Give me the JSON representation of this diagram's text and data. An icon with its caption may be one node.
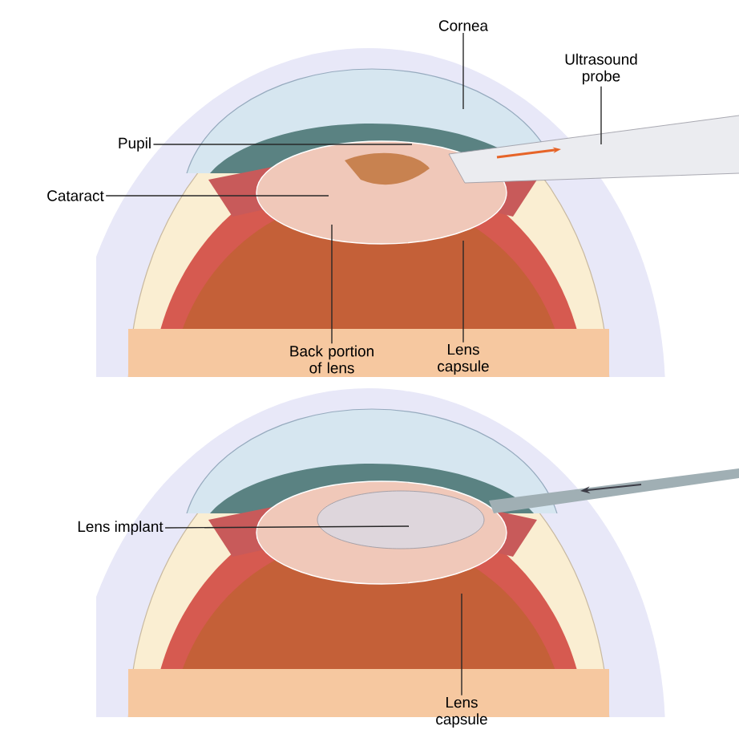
{
  "diagram": {
    "nodes": [
      {
        "text": [
          "Cornea"
        ]
      },
      {
        "text": [
          "Ultrasound probe"
        ]
      },
      {
        "text": [
          "Pupil"
        ]
      },
      {
        "text": [
          "Cataract"
        ]
      },
      {
        "text": [
          "Back portion of lens"
        ]
      },
      {
        "text": [
          "Lens capsule"
        ]
      },
      {
        "text": [
          "Lens implant"
        ]
      },
      {
        "text": [
          "Lens capsule"
        ]
      }
    ],
    "edges": [
      {
        "from": 0,
        "to": null,
        "arrow": "none"
      },
      {
        "from": 1,
        "to": null,
        "arrow": "none"
      },
      {
        "from": 2,
        "to": null,
        "arrow": "none"
      },
      {
        "from": 3,
        "to": null,
        "arrow": "none"
      },
      {
        "from": 4,
        "to": null,
        "arrow": "none"
      },
      {
        "from": 5,
        "to": null,
        "arrow": "none"
      },
      {
        "from": 6,
        "to": null,
        "arrow": "none"
      },
      {
        "from": 7,
        "to": null,
        "arrow": "none"
      }
    ]
  }
}
